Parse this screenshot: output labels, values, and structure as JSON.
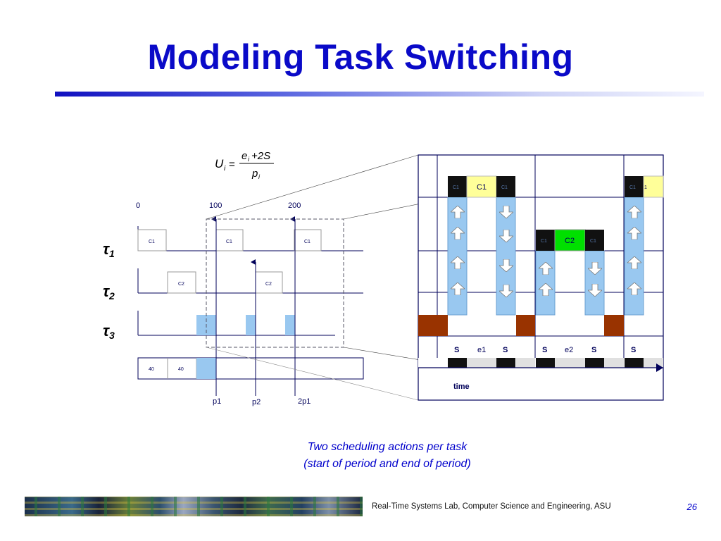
{
  "slide": {
    "title": "Modeling Task Switching",
    "caption_line1": "Two scheduling actions per task",
    "caption_line2": "(start of period and end of period)",
    "footer": "Real-Time Systems Lab, Computer Science and Engineering, ASU",
    "page_number": "26"
  },
  "formula": {
    "lhs": "U",
    "lhs_sub": "i",
    "equals": "=",
    "num_main": "e",
    "num_sub": "i",
    "num_rest": "+2S",
    "den_main": "p",
    "den_sub": "i"
  },
  "timeline": {
    "axis_labels": [
      "0",
      "100",
      "200"
    ],
    "tasks": [
      "τ1",
      "τ2",
      "τ3"
    ],
    "task_glyph": "τ",
    "task_subs": [
      "1",
      "2",
      "3"
    ],
    "c1": "C1",
    "c2": "C2",
    "overhead_values": [
      "40",
      "40"
    ],
    "period_labels": [
      "p1",
      "p2",
      "2p1"
    ]
  },
  "zoom": {
    "c1_small": "C1",
    "c1_big": "C1",
    "c2_big": "C2",
    "c1_partial": "1",
    "phase_labels": [
      "S",
      "e1",
      "S",
      "S",
      "e2",
      "S",
      "S"
    ],
    "time_label": "time"
  },
  "colors": {
    "title": "#0a0ac8",
    "execution_yellow": "#ffff99",
    "execution_green": "#00e000",
    "overhead_blue": "#99c8f0",
    "switch_brown": "#993300",
    "switch_black": "#111111",
    "line": "#00005a"
  },
  "icons": [
    "arrow-up-icon",
    "arrow-down-icon"
  ]
}
